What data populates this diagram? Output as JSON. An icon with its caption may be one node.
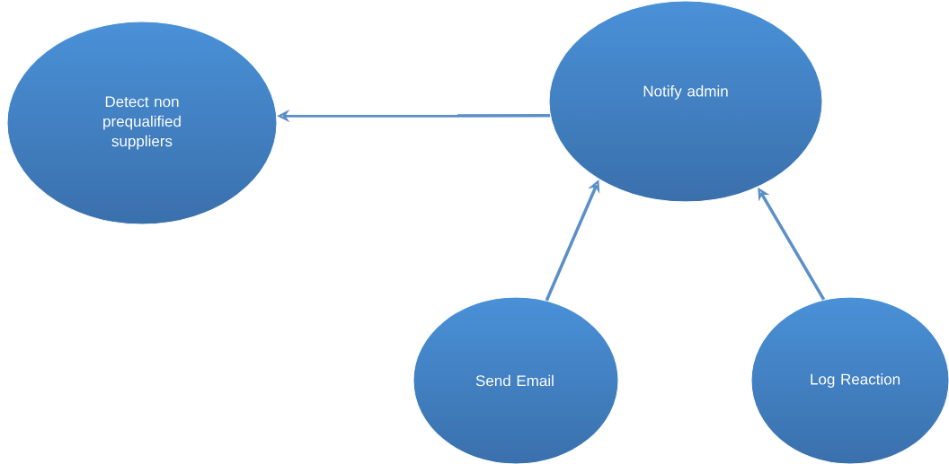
{
  "diagram": {
    "nodes": [
      {
        "text": [
          "Detect non prequalified suppliers"
        ]
      },
      {
        "text": [
          "Notify admin"
        ]
      },
      {
        "text": [
          "Send Email"
        ]
      },
      {
        "text": [
          "Log Reaction"
        ]
      }
    ],
    "edges": [
      {
        "from": 1,
        "to": 0,
        "arrow": "to"
      },
      {
        "from": 2,
        "to": 1,
        "arrow": "to"
      },
      {
        "from": 3,
        "to": 1,
        "arrow": "to"
      }
    ]
  }
}
